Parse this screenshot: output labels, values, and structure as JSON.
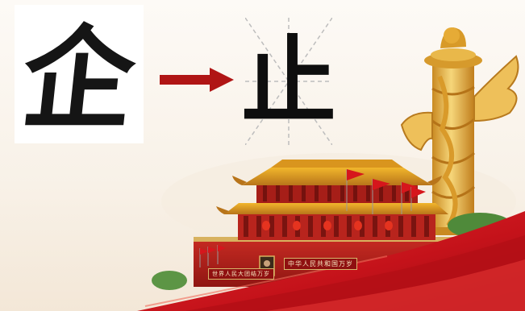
{
  "characters": {
    "ancient": "企",
    "modern": "止"
  },
  "plaques": {
    "right": "中华人民共和国万岁",
    "left": "世界人民大团结万岁"
  },
  "colors": {
    "arrow": "#b01515",
    "gate_red": "#b8241d",
    "roof_gold": "#e0a11a",
    "pillar_gold": "#e9b84a",
    "ribbon_red": "#c8141a",
    "grid_line": "#bdbdbd"
  },
  "icons": {
    "arrow": "right-arrow-icon",
    "gate": "tiananmen-gate-illustration",
    "pillar": "huabiao-pillar-illustration",
    "ribbon": "red-ribbon-decoration"
  }
}
